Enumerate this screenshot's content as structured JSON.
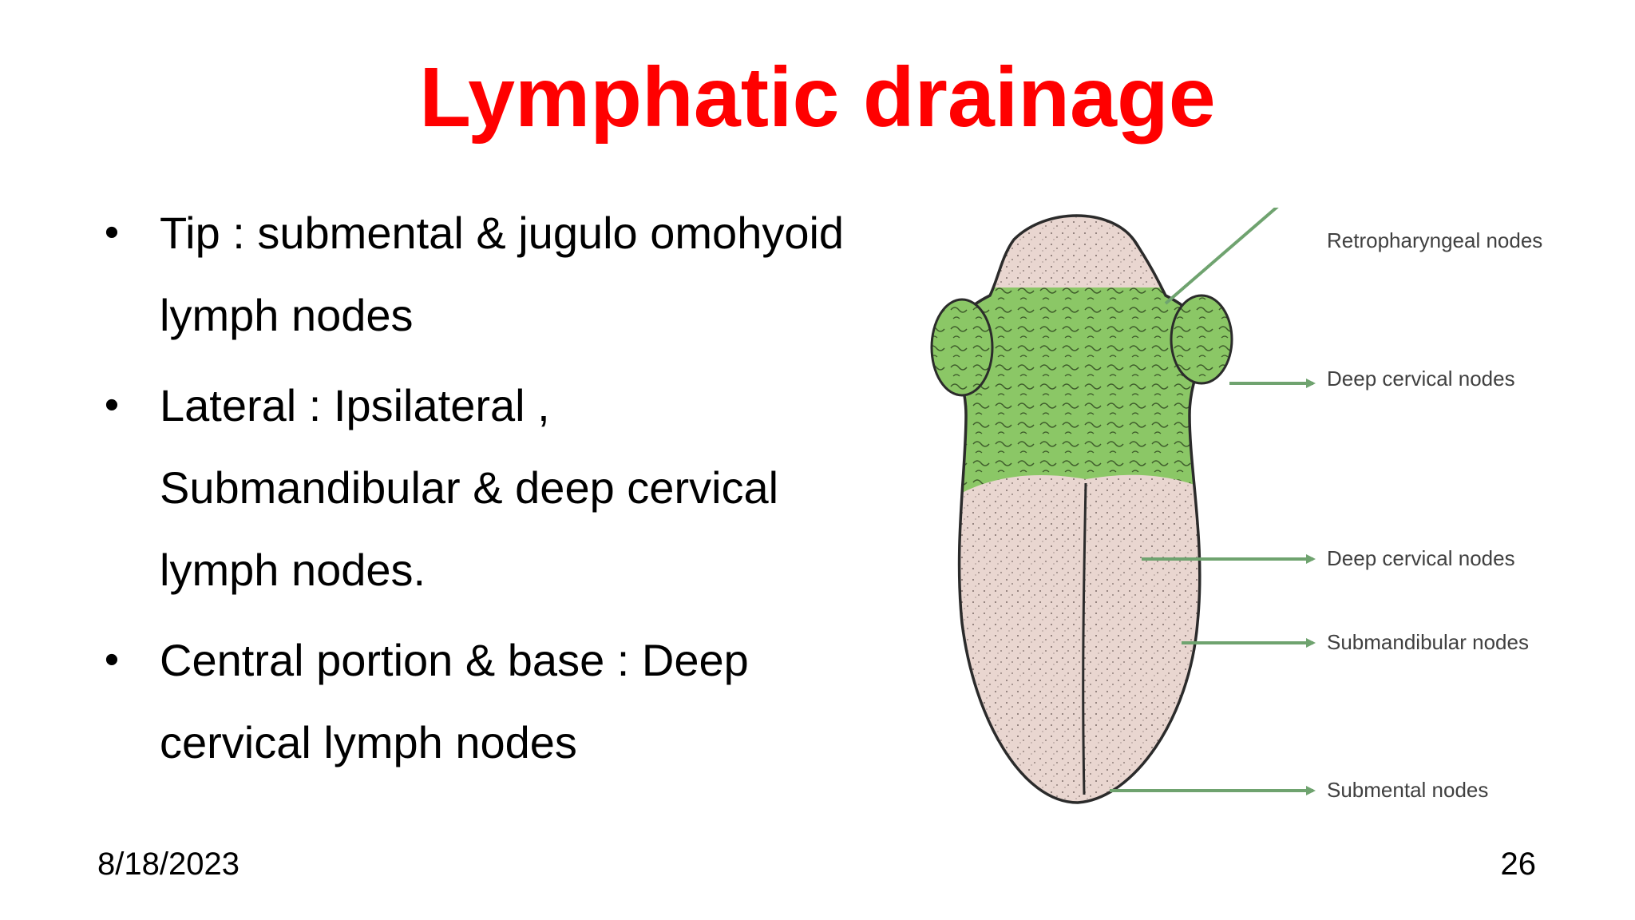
{
  "slide": {
    "title": "Lymphatic drainage",
    "bullets": [
      {
        "marker": "•",
        "lines": [
          "Tip : submental & jugulo omohyoid",
          "lymph nodes"
        ]
      },
      {
        "marker": "•",
        "lines": [
          "Lateral : Ipsilateral ,",
          "Submandibular & deep cervical",
          "lymph nodes."
        ]
      },
      {
        "marker": "•",
        "lines": [
          "Central portion & base : Deep",
          "cervical lymph nodes"
        ]
      }
    ],
    "date": "8/18/2023",
    "page_number": "26"
  },
  "figure": {
    "labels": {
      "retropharyngeal": "Retropharyngeal nodes",
      "deep_cervical_upper": "Deep cervical nodes",
      "deep_cervical_lower": "Deep cervical nodes",
      "submandibular": "Submandibular nodes",
      "submental": "Submental nodes"
    },
    "colors": {
      "title": "#ff0000",
      "arrow": "#6fa36f",
      "posterior_tongue": "#8bc766",
      "anterior_tongue": "#e9d6d0",
      "outline": "#2b2b2b"
    }
  }
}
